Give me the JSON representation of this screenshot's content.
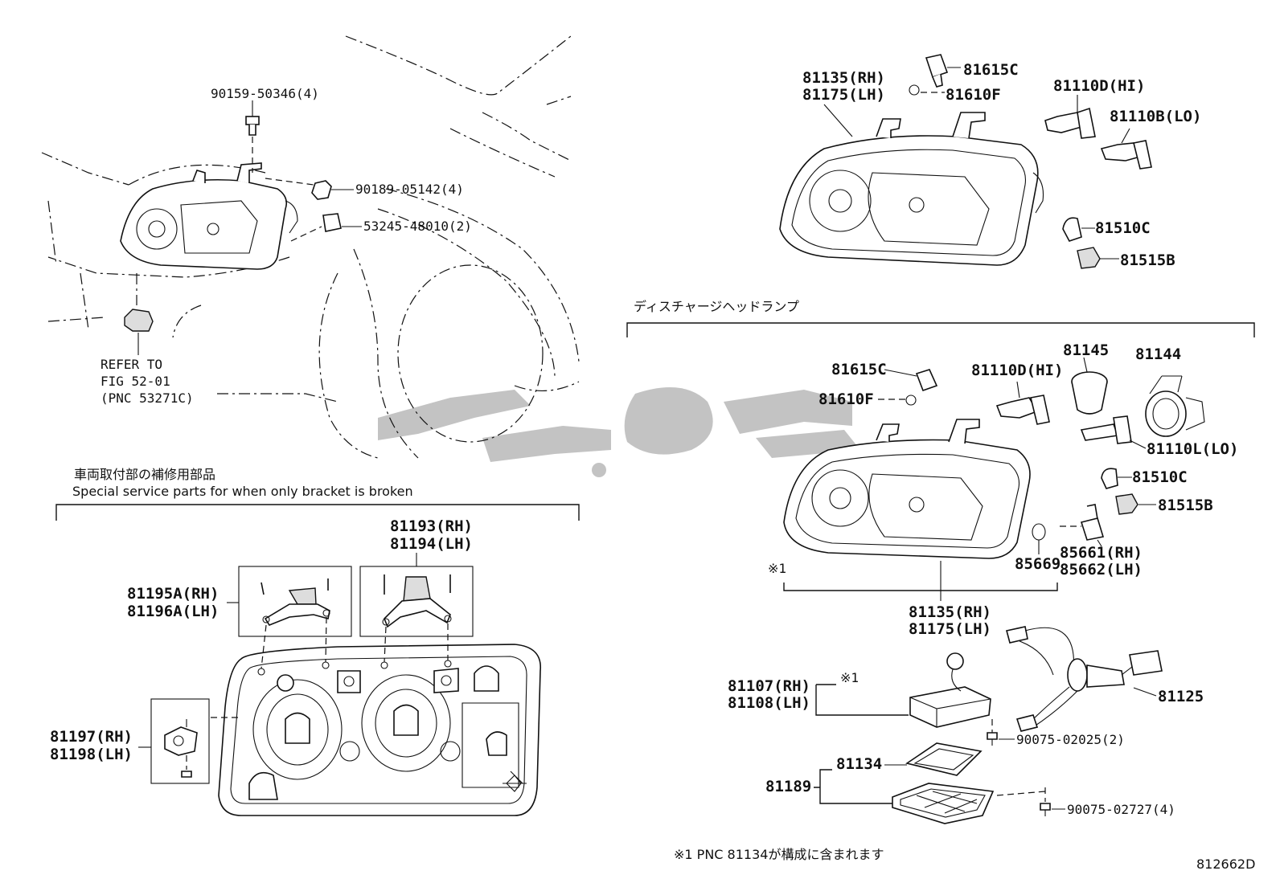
{
  "labels": {
    "p90159": "90159-50346(4)",
    "p90189": "90189-05142(4)",
    "p53245": "53245-48010(2)",
    "refer1": "REFER TO",
    "refer2": "FIG 52-01",
    "refer3": "(PNC 53271C)",
    "p81135a_rh": "81135(RH)",
    "p81175a_lh": "81175(LH)",
    "p81615c_a": "81615C",
    "p81610f_a": "81610F",
    "p81110d_a": "81110D(HI)",
    "p81110b": "81110B(LO)",
    "p81510c_a": "81510C",
    "p81515b_a": "81515B",
    "discharge_title": "ディスチャージヘッドランプ",
    "p81615c_b": "81615C",
    "p81610f_b": "81610F",
    "p81110d_b": "81110D(HI)",
    "p81145": "81145",
    "p81144": "81144",
    "p81110l": "81110L(LO)",
    "p81510c_b": "81510C",
    "p81515b_b": "81515B",
    "p85661": "85661(RH)",
    "p85662": "85662(LH)",
    "p85669": "85669",
    "note_mark_a": "※1",
    "p81135b_rh": "81135(RH)",
    "p81175b_lh": "81175(LH)",
    "p81107": "81107(RH)",
    "p81108": "81108(LH)",
    "note_mark_b": "※1",
    "p81125": "81125",
    "p90075_02025": "90075-02025(2)",
    "p81134": "81134",
    "p81189": "81189",
    "p90075_02727": "90075-02727(4)",
    "footnote": "※1 PNC 81134が構成に含まれます",
    "diagram_id": "812662D",
    "special_jp": "車両取付部の補修用部品",
    "special_en": "Special service parts for when only bracket is broken",
    "p81193": "81193(RH)",
    "p81194": "81194(LH)",
    "p81195a": "81195A(RH)",
    "p81196a": "81196A(LH)",
    "p81197": "81197(RH)",
    "p81198": "81198(LH)"
  },
  "colors": {
    "ink": "#111111",
    "watermark": "#b4b4b4",
    "background": "#ffffff"
  }
}
